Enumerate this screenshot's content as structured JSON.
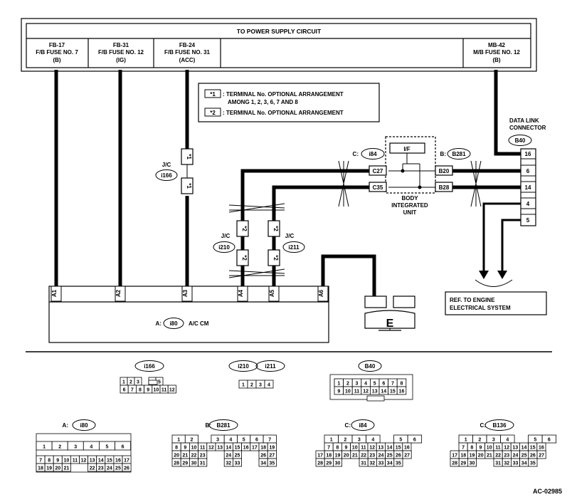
{
  "header": {
    "title": "TO POWER SUPPLY CIRCUIT",
    "fuses": [
      {
        "id": "FB-17",
        "name": "F/B FUSE NO. 7",
        "mode": "(B)"
      },
      {
        "id": "FB-31",
        "name": "F/B FUSE NO. 12",
        "mode": "(IG)"
      },
      {
        "id": "FB-24",
        "name": "F/B FUSE NO. 31",
        "mode": "(ACC)"
      },
      {
        "id": "MB-42",
        "name": "M/B FUSE NO. 12",
        "mode": "(B)"
      }
    ]
  },
  "legend": {
    "items": [
      {
        "mark": "*1",
        "line1": ": TERMINAL No. OPTIONAL ARRANGEMENT",
        "line2": "AMONG 1, 2, 3, 6, 7 AND 8"
      },
      {
        "mark": "*2",
        "line1": ": TERMINAL No. OPTIONAL ARRANGEMENT",
        "line2": ""
      }
    ]
  },
  "dlc": {
    "title1": "DATA LINK",
    "title2": "CONNECTOR",
    "code": "B40",
    "pins": [
      "16",
      "6",
      "14",
      "4",
      "5"
    ]
  },
  "biu": {
    "if_label": "I/F",
    "name1": "BODY",
    "name2": "INTEGRATED",
    "name3": "UNIT",
    "conn_c_prefix": "C:",
    "conn_c": "i84",
    "conn_b_prefix": "B:",
    "conn_b": "B281",
    "pins_left": [
      "C27",
      "C35"
    ],
    "pins_right": [
      "B20",
      "B28"
    ]
  },
  "junctions": {
    "jc_label": "J/C",
    "i166": {
      "code": "i166",
      "mark": "*1"
    },
    "i210": {
      "code": "i210",
      "mark": "*2"
    },
    "i211": {
      "code": "i211",
      "mark": "*2"
    }
  },
  "ac_cm": {
    "prefix": "A:",
    "code": "i80",
    "name": "A/C CM",
    "pins": [
      "A1",
      "A2",
      "A3",
      "A4",
      "A5",
      "A6"
    ]
  },
  "ground": {
    "label": "E"
  },
  "ref_box": {
    "line1": "REF. TO ENGINE",
    "line2": "ELECTRICAL SYSTEM"
  },
  "connector_views": {
    "i166": {
      "code": "i166",
      "row1": [
        "1",
        "2",
        "3",
        "",
        "4",
        "5"
      ],
      "row2": [
        "6",
        "7",
        "8",
        "9",
        "10",
        "11",
        "12"
      ]
    },
    "i210": {
      "code": "i210"
    },
    "i211": {
      "code": "i211",
      "pins": [
        "1",
        "2",
        "3",
        "4"
      ]
    },
    "B40": {
      "code": "B40",
      "row1": [
        "1",
        "2",
        "3",
        "4",
        "5",
        "6",
        "7",
        "8"
      ],
      "row2": [
        "9",
        "10",
        "11",
        "12",
        "13",
        "14",
        "15",
        "16"
      ]
    },
    "i80": {
      "prefix": "A:",
      "code": "i80",
      "row1": [
        "1",
        "2",
        "3",
        "4",
        "5",
        "6"
      ],
      "row2": [
        "7",
        "8",
        "9",
        "10",
        "11",
        "12",
        "13",
        "14",
        "15",
        "16",
        "17"
      ],
      "row3": [
        "18",
        "19",
        "20",
        "21",
        "",
        "",
        "22",
        "23",
        "24",
        "25",
        "26"
      ]
    },
    "B281": {
      "prefix": "B:",
      "code": "B281"
    },
    "i84": {
      "prefix": "C:",
      "code": "i84"
    },
    "B136": {
      "prefix": "C:",
      "code": "B136"
    },
    "grid35": {
      "row1": [
        "1",
        "2",
        "",
        "3",
        "4",
        "5",
        "6",
        "7"
      ],
      "row2": [
        "8",
        "9",
        "10",
        "11",
        "12",
        "13",
        "14",
        "15",
        "16",
        "17",
        "18",
        "19"
      ],
      "row3": [
        "20",
        "21",
        "22",
        "23",
        "",
        "",
        "24",
        "25",
        "",
        "",
        "26",
        "27"
      ],
      "row4": [
        "28",
        "29",
        "30",
        "31",
        "",
        "",
        "32",
        "33",
        "",
        "",
        "34",
        "35"
      ]
    },
    "grid30": {
      "row1": [
        "1",
        "2",
        "3",
        "4",
        "",
        "5",
        "6"
      ],
      "row2": [
        "7",
        "8",
        "9",
        "10",
        "11",
        "12",
        "13",
        "14",
        "15",
        "16"
      ],
      "row3": [
        "17",
        "18",
        "19",
        "20",
        "21",
        "22",
        "23",
        "24",
        "25",
        "26",
        "27"
      ],
      "row4": [
        "28",
        "29",
        "30",
        "",
        "",
        "31",
        "32",
        "33",
        "34",
        "35"
      ]
    }
  },
  "figure_id": "AC-02985"
}
